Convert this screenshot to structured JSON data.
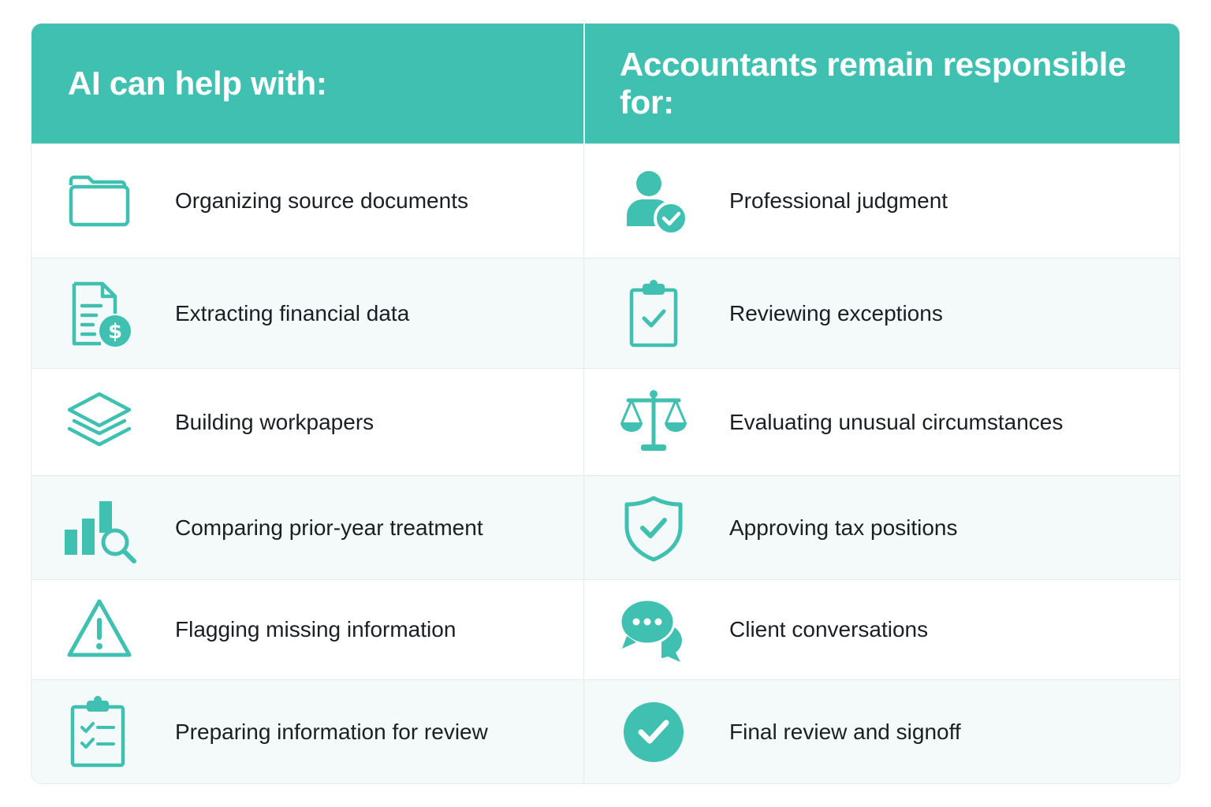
{
  "theme": {
    "accent": "#40c0b0",
    "text": "#1b1f22",
    "alt_row": "#f4f9f9"
  },
  "headers": {
    "left": "AI can help with:",
    "right": "Accountants remain responsible for:"
  },
  "rows": [
    {
      "left": {
        "label": "Organizing source documents",
        "icon": "folder-icon"
      },
      "right": {
        "label": "Professional judgment",
        "icon": "user-check-icon"
      }
    },
    {
      "left": {
        "label": "Extracting financial data",
        "icon": "document-dollar-icon"
      },
      "right": {
        "label": "Reviewing exceptions",
        "icon": "clipboard-check-icon"
      }
    },
    {
      "left": {
        "label": "Building workpapers",
        "icon": "layers-icon"
      },
      "right": {
        "label": "Evaluating unusual circumstances",
        "icon": "scales-icon"
      }
    },
    {
      "left": {
        "label": "Comparing prior-year treatment",
        "icon": "chart-magnifier-icon"
      },
      "right": {
        "label": "Approving tax positions",
        "icon": "shield-check-icon"
      }
    },
    {
      "left": {
        "label": "Flagging missing information",
        "icon": "warning-icon"
      },
      "right": {
        "label": "Client conversations",
        "icon": "chat-bubbles-icon"
      }
    },
    {
      "left": {
        "label": "Preparing information for review",
        "icon": "checklist-clipboard-icon"
      },
      "right": {
        "label": "Final review and signoff",
        "icon": "check-circle-icon"
      }
    }
  ]
}
